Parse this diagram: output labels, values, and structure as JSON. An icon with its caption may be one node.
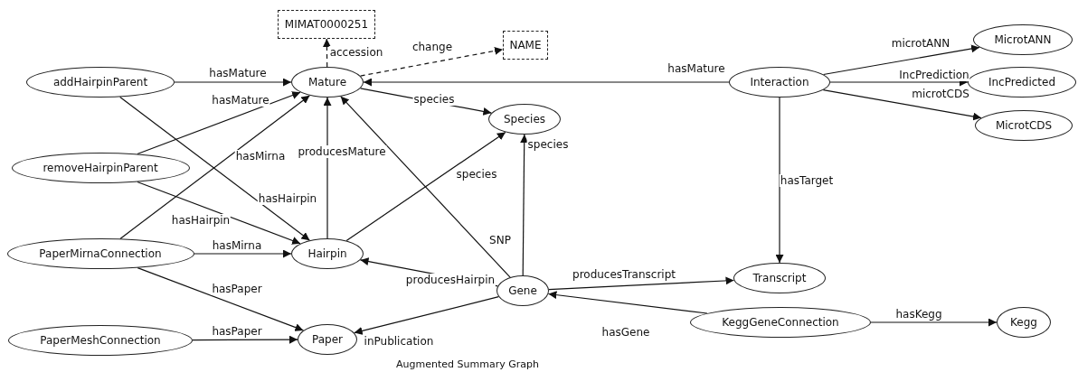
{
  "diagram": {
    "caption": "Augmented Summary Graph",
    "nodes": [
      {
        "text": [
          "MIMAT0000251"
        ]
      },
      {
        "text": [
          "NAME"
        ]
      },
      {
        "text": [
          "addHairpinParent"
        ]
      },
      {
        "text": [
          "Mature"
        ]
      },
      {
        "text": [
          "Interaction"
        ]
      },
      {
        "text": [
          "MicrotANN"
        ]
      },
      {
        "text": [
          "IncPredicted"
        ]
      },
      {
        "text": [
          "MicrotCDS"
        ]
      },
      {
        "text": [
          "Species"
        ]
      },
      {
        "text": [
          "removeHairpinParent"
        ]
      },
      {
        "text": [
          "PaperMirnaConnection"
        ]
      },
      {
        "text": [
          "Hairpin"
        ]
      },
      {
        "text": [
          "Gene"
        ]
      },
      {
        "text": [
          "Transcript"
        ]
      },
      {
        "text": [
          "KeggGeneConnection"
        ]
      },
      {
        "text": [
          "Kegg"
        ]
      },
      {
        "text": [
          "PaperMeshConnection"
        ]
      },
      {
        "text": [
          "Paper"
        ]
      }
    ],
    "edges": [
      {
        "from": 3,
        "to": 0,
        "arrow": "to",
        "label": "accession",
        "style": "dashed"
      },
      {
        "from": 3,
        "to": 1,
        "arrow": "to",
        "label": "change",
        "style": "dashed"
      },
      {
        "from": 2,
        "to": 3,
        "arrow": "to",
        "label": "hasMature"
      },
      {
        "from": 4,
        "to": 3,
        "arrow": "to",
        "label": "hasMature"
      },
      {
        "from": 4,
        "to": 5,
        "arrow": "to",
        "label": "microtANN"
      },
      {
        "from": 4,
        "to": 6,
        "arrow": "to",
        "label": "IncPrediction"
      },
      {
        "from": 4,
        "to": 7,
        "arrow": "to",
        "label": "microtCDS"
      },
      {
        "from": 3,
        "to": 8,
        "arrow": "to",
        "label": "species"
      },
      {
        "from": 9,
        "to": 3,
        "arrow": "to",
        "label": "hasMature"
      },
      {
        "from": 10,
        "to": 3,
        "arrow": "to",
        "label": "hasMirna"
      },
      {
        "from": 11,
        "to": 3,
        "arrow": "to",
        "label": "producesMature"
      },
      {
        "from": 12,
        "to": 3,
        "arrow": "to",
        "label": "SNP"
      },
      {
        "from": 2,
        "to": 11,
        "arrow": "to",
        "label": "hasHairpin"
      },
      {
        "from": 9,
        "to": 11,
        "arrow": "to",
        "label": "hasHairpin"
      },
      {
        "from": 11,
        "to": 8,
        "arrow": "to",
        "label": "species"
      },
      {
        "from": 12,
        "to": 8,
        "arrow": "to",
        "label": "species"
      },
      {
        "from": 4,
        "to": 13,
        "arrow": "to",
        "label": "hasTarget"
      },
      {
        "from": 10,
        "to": 11,
        "arrow": "to",
        "label": "hasMirna"
      },
      {
        "from": 12,
        "to": 11,
        "arrow": "to",
        "label": "producesHairpin"
      },
      {
        "from": 12,
        "to": 13,
        "arrow": "to",
        "label": "producesTranscript"
      },
      {
        "from": 14,
        "to": 12,
        "arrow": "to",
        "label": "hasGene"
      },
      {
        "from": 14,
        "to": 15,
        "arrow": "to",
        "label": "hasKegg"
      },
      {
        "from": 10,
        "to": 17,
        "arrow": "to",
        "label": "hasPaper"
      },
      {
        "from": 16,
        "to": 17,
        "arrow": "to",
        "label": "hasPaper"
      },
      {
        "from": 12,
        "to": 17,
        "arrow": "to",
        "label": "inPublication"
      }
    ]
  }
}
